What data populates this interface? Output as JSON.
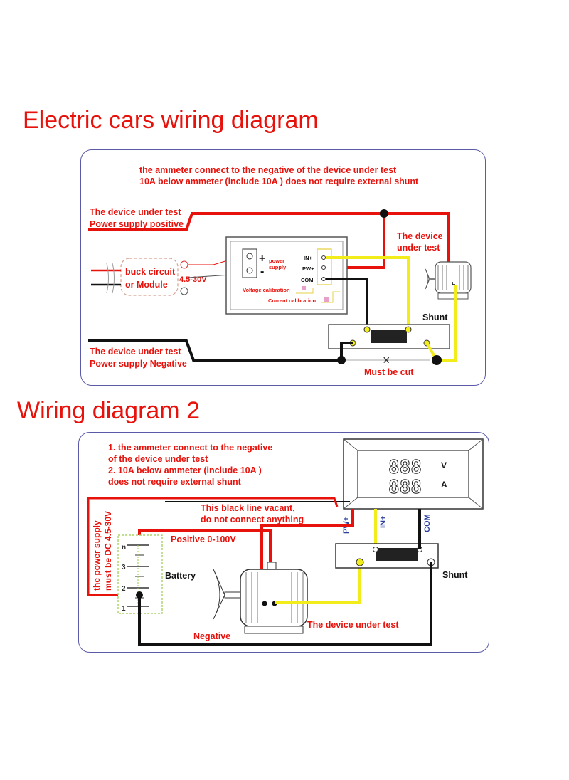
{
  "diagram1": {
    "title": "Electric cars wiring diagram",
    "note_line1": "the ammeter connect to the negative of the device under test",
    "note_line2": "10A below ammeter (include 10A ) does not require external shunt",
    "supply_positive_line1": "The device under test",
    "supply_positive_line2": "Power supply positive",
    "supply_negative_line1": "The device under test",
    "supply_negative_line2": "Power supply Negative",
    "buck_line1": "buck circuit",
    "buck_line2": "or Module",
    "buck_voltage": "4.5-30V",
    "power_supply_line1": "power",
    "power_supply_line2": "supply",
    "terminal_in": "IN+",
    "terminal_pw": "PW+",
    "terminal_com": "COM",
    "voltage_calibration": "Voltage calibration",
    "current_calibration": "Current calibration",
    "device_line1": "The device",
    "device_line2": "under test",
    "shunt": "Shunt",
    "must_be_cut": "Must be cut",
    "plus_sign": "+",
    "minus_sign": "-",
    "cut_mark": "×"
  },
  "diagram2": {
    "title": "Wiring diagram 2",
    "note_line1": "1. the ammeter connect to the negative",
    "note_line2": "of the device under test",
    "note_line3": "2. 10A below ammeter (include 10A )",
    "note_line4": "does not require external shunt",
    "vacant_line1": "This black line vacant,",
    "vacant_line2": "do not connect anything",
    "positive": "Positive 0-100V",
    "battery": "Battery",
    "negative": "Negative",
    "device": "The device under test",
    "shunt": "Shunt",
    "supply_line1": "the power supply",
    "supply_line2": "must be DC 4.5-30V",
    "wire_pw": "PW+",
    "wire_in": "IN+",
    "wire_com": "COM",
    "display_digits": "888",
    "unit_v": "V",
    "unit_a": "A",
    "cell_labels": [
      "n",
      "3",
      "2",
      "1"
    ]
  },
  "colors": {
    "red": "#e8120c",
    "black": "#111111",
    "yellow": "#f2ec1a",
    "blue": "#2b3f9e",
    "panel_border": "#5a5aa8"
  }
}
